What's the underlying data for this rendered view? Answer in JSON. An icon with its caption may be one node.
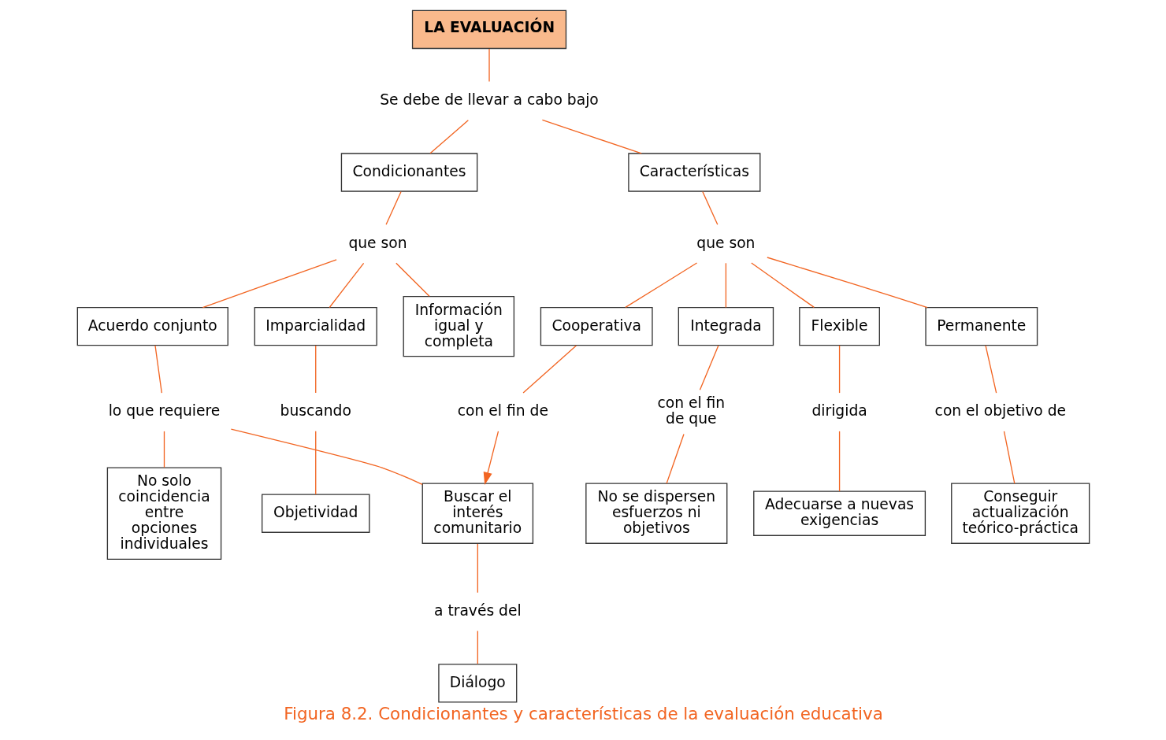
{
  "diagram": {
    "caption": "Figura 8.2. Condicionantes y características de la evaluación educativa",
    "nodes": [
      {
        "text": [
          "LA EVALUACIÓN"
        ]
      },
      {
        "text": [
          "Se debe de llevar a cabo bajo"
        ]
      },
      {
        "text": [
          "Condicionantes"
        ]
      },
      {
        "text": [
          "Características"
        ]
      },
      {
        "text": [
          "que son"
        ]
      },
      {
        "text": [
          "que son"
        ]
      },
      {
        "text": [
          "Acuerdo conjunto"
        ]
      },
      {
        "text": [
          "Imparcialidad"
        ]
      },
      {
        "text": [
          "Información igual y completa"
        ]
      },
      {
        "text": [
          "Cooperativa"
        ]
      },
      {
        "text": [
          "Integrada"
        ]
      },
      {
        "text": [
          "Flexible"
        ]
      },
      {
        "text": [
          "Permanente"
        ]
      },
      {
        "text": [
          "lo que requiere"
        ]
      },
      {
        "text": [
          "buscando"
        ]
      },
      {
        "text": [
          "con el fin de que"
        ]
      },
      {
        "text": [
          "dirigida"
        ]
      },
      {
        "text": [
          "con el objetivo de"
        ]
      },
      {
        "text": [
          "No solo coincidencia entre opciones individuales"
        ]
      },
      {
        "text": [
          "Buscar el interés comunitario"
        ]
      },
      {
        "text": [
          "Objetividad"
        ]
      },
      {
        "text": [
          "No se dispersen esfuerzos ni objetivos"
        ]
      },
      {
        "text": [
          "Adecuarse a nuevas exigencias"
        ]
      },
      {
        "text": [
          "Conseguir actualización teórico-práctica"
        ]
      },
      {
        "text": [
          "con el fin de"
        ]
      },
      {
        "text": [
          "a través del"
        ]
      },
      {
        "text": [
          "Diálogo"
        ]
      }
    ],
    "edges": [
      {
        "from": 0,
        "to": 1,
        "arrow": "none"
      },
      {
        "from": 1,
        "to": 2,
        "arrow": "none"
      },
      {
        "from": 1,
        "to": 3,
        "arrow": "none"
      },
      {
        "from": 2,
        "to": 4,
        "arrow": "none"
      },
      {
        "from": 4,
        "to": 6,
        "arrow": "none"
      },
      {
        "from": 4,
        "to": 7,
        "arrow": "none"
      },
      {
        "from": 4,
        "to": 8,
        "arrow": "none"
      },
      {
        "from": 3,
        "to": 5,
        "arrow": "none"
      },
      {
        "from": 5,
        "to": 9,
        "arrow": "none"
      },
      {
        "from": 5,
        "to": 10,
        "arrow": "none"
      },
      {
        "from": 5,
        "to": 11,
        "arrow": "none"
      },
      {
        "from": 5,
        "to": 12,
        "arrow": "none"
      },
      {
        "from": 6,
        "to": 13,
        "arrow": "none"
      },
      {
        "from": 13,
        "to": 18,
        "arrow": "none"
      },
      {
        "from": 13,
        "to": 19,
        "arrow": "none"
      },
      {
        "from": 7,
        "to": 14,
        "arrow": "none"
      },
      {
        "from": 14,
        "to": 20,
        "arrow": "none"
      },
      {
        "from": 9,
        "to": 24,
        "arrow": "none"
      },
      {
        "from": 24,
        "to": 19,
        "arrow": "to"
      },
      {
        "from": 10,
        "to": 15,
        "arrow": "none"
      },
      {
        "from": 15,
        "to": 21,
        "arrow": "none"
      },
      {
        "from": 11,
        "to": 16,
        "arrow": "none"
      },
      {
        "from": 16,
        "to": 22,
        "arrow": "none"
      },
      {
        "from": 12,
        "to": 17,
        "arrow": "none"
      },
      {
        "from": 17,
        "to": 23,
        "arrow": "none"
      },
      {
        "from": 19,
        "to": 25,
        "arrow": "none"
      },
      {
        "from": 25,
        "to": 26,
        "arrow": "none"
      }
    ]
  }
}
